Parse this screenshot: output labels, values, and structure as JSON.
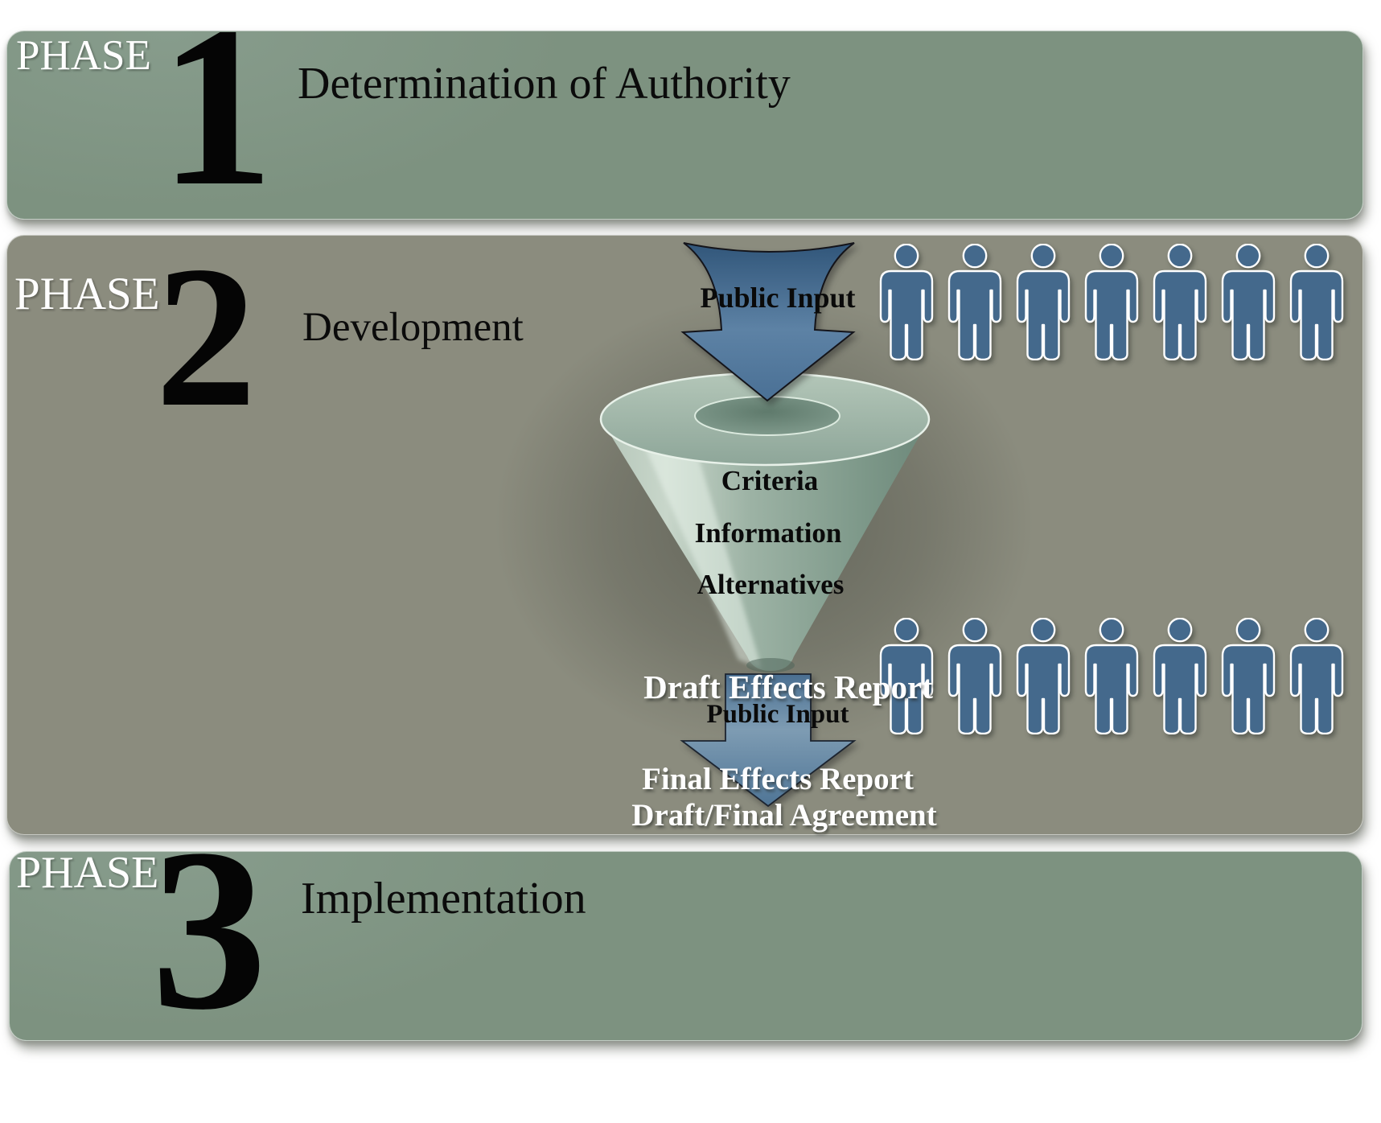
{
  "phases": [
    {
      "label": "PHASE",
      "number": "1",
      "title": "Determination of Authority"
    },
    {
      "label": "PHASE",
      "number": "2",
      "title": "Development"
    },
    {
      "label": "PHASE",
      "number": "3",
      "title": "Implementation"
    }
  ],
  "flow": {
    "public_input_top": "Public Input",
    "funnel_items": [
      "Criteria",
      "Information",
      "Alternatives"
    ],
    "draft_report": "Draft Effects Report",
    "public_input_bottom": "Public Input",
    "final_report": "Final Effects Report",
    "agreement": "Draft/Final Agreement"
  },
  "people": {
    "top_row": 7,
    "bottom_row": 7
  },
  "colors": {
    "panel_green": "#7d9280",
    "panel_gray": "#8b8c7e",
    "person_fill": "#44698c",
    "person_stroke": "#ffffff",
    "arrow_dark": "#31567a",
    "arrow_light": "#5d82a5",
    "arrow2_dark": "#4a6f91",
    "arrow2_light": "#7e9cb3",
    "cone_light": "#c8d6ca",
    "cone_mid": "#9db3a5",
    "cone_dark": "#6d887a",
    "rim_light": "#b3c6b8",
    "rim_dark": "#8ea699",
    "hole_dark": "#5f7a6c",
    "hole_mid": "#87a193",
    "text_black": "#0a0a0a",
    "text_white": "#ffffff"
  }
}
